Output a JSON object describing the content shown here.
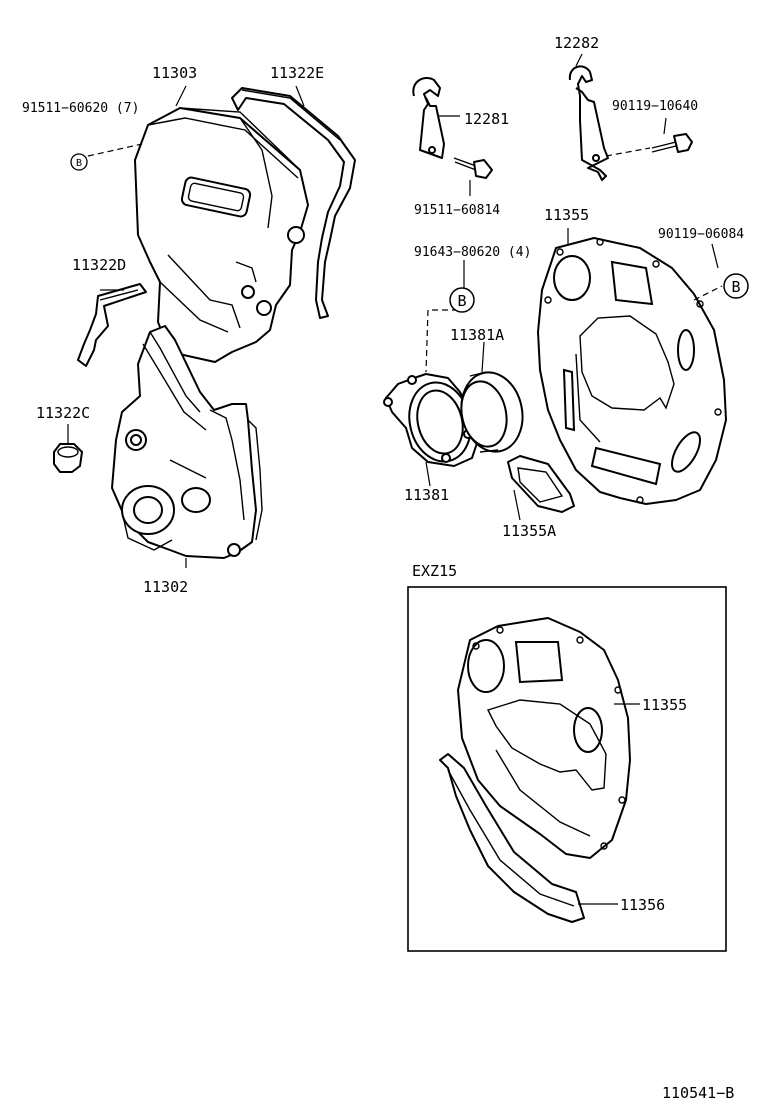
{
  "callouts": {
    "p11303": "11303",
    "p11322E": "11322E",
    "p91511_60620": "91511−60620 (7)",
    "p11322D": "11322D",
    "p11322C": "11322C",
    "p11302": "11302",
    "p12282": "12282",
    "p12281": "12281",
    "p90119_10640": "90119−10640",
    "p91511_60814": "91511−60814",
    "p11355_top": "11355",
    "p90119_06084": "90119−06084",
    "p91643_80620": "91643−80620 (4)",
    "p11381A": "11381A",
    "p11381": "11381",
    "p11355A": "11355A",
    "p11355_box": "11355",
    "p11356": "11356"
  },
  "markers": {
    "b_right": "B",
    "b_mid": "B",
    "b_small": "B"
  },
  "variant_box": {
    "label": "EXZ15"
  },
  "drawing_number": "110541−B"
}
